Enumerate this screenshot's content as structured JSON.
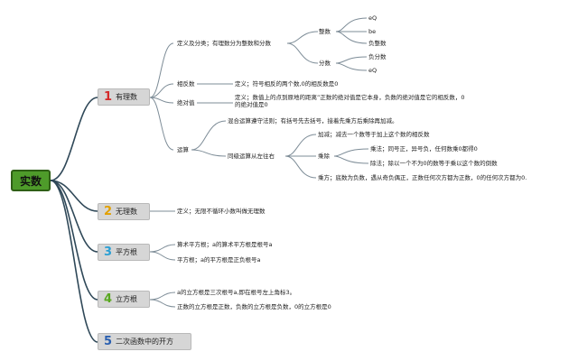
{
  "root": "实数",
  "branches": [
    {
      "num": "1",
      "label": "有理数"
    },
    {
      "num": "2",
      "label": "无理数"
    },
    {
      "num": "3",
      "label": "平方根"
    },
    {
      "num": "4",
      "label": "立方根"
    },
    {
      "num": "5",
      "label": "二次函数中的开方"
    }
  ],
  "rational": {
    "def_class": "定义及分类；有理数分为整数和分数",
    "integer": "整数",
    "fraction": "分数",
    "integer_items": [
      "eQ",
      "be",
      "负整数"
    ],
    "fraction_items": [
      "负分数",
      "eQ"
    ],
    "opposite": "相反数",
    "opposite_def": "定义；符号相反的两个数,0的相反数是0",
    "absolute": "绝对值",
    "absolute_def": "定义；数值上的点到原地的距离”正数的绝对值是它本身，负数的绝对值是它的相反数，0的绝对值是0",
    "operation": "运算",
    "mixed_rule": "混合运算遵守法则；有括号先去括号，接着先乘方后乘除再加减。",
    "same_level": "同级运算从左往右",
    "add": "加减；减去一个数等于加上这个数的相反数",
    "muldiv": "乘除",
    "mul": "乘法；同号正，异号负，任何数乘0都得0",
    "div": "除法；除以一个不为0的数等于乘以这个数的倒数",
    "power": "乘方；底数为负数，遇从奇负偶正，正数任何次方都为正数，0的任何次方都为0."
  },
  "irrational": {
    "def": "定义；无限不循环小数叫做无理数"
  },
  "sqrt": {
    "arith": "算术平方根；a的算术平方根是根号a",
    "square": "平方根；a的平方根是正负根号a"
  },
  "cbrt": {
    "def": "a的立方根是三次根号a,即在根号左上角标3。",
    "sign": "正数的立方根是正数，负数的立方根是负数，0的立方根是0"
  }
}
